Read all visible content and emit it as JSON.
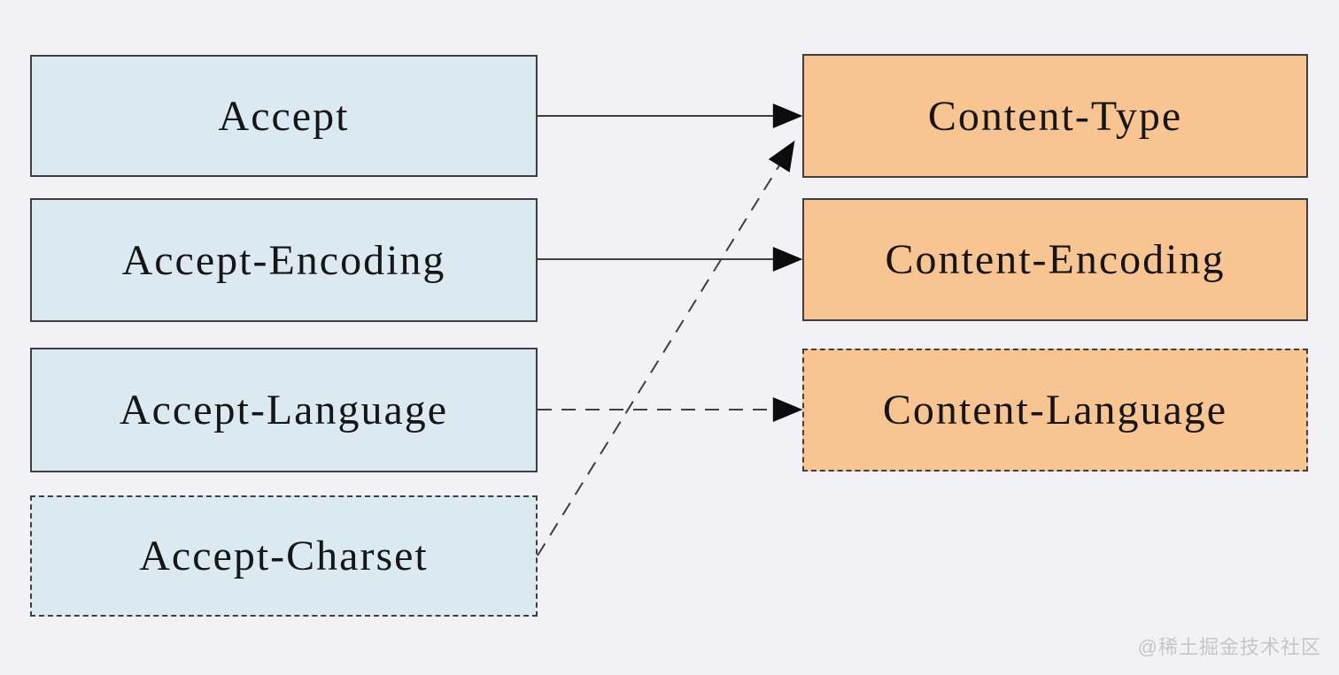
{
  "colors": {
    "background": "#f2f1f5",
    "blue_fill": "#dbe9f0",
    "orange_fill": "#f7c492",
    "border": "#3f3f3f",
    "line": "#3f3f3f",
    "arrowhead": "#0c0c0c",
    "text": "#161616",
    "watermark": "#c7c5cb"
  },
  "diagram": {
    "left_column": {
      "items": [
        {
          "label": "Accept",
          "border": "solid"
        },
        {
          "label": "Accept-Encoding",
          "border": "solid"
        },
        {
          "label": "Accept-Language",
          "border": "solid"
        },
        {
          "label": "Accept-Charset",
          "border": "dashed"
        }
      ]
    },
    "right_column": {
      "items": [
        {
          "label": "Content-Type",
          "border": "solid"
        },
        {
          "label": "Content-Encoding",
          "border": "solid"
        },
        {
          "label": "Content-Language",
          "border": "dashed"
        }
      ]
    },
    "edges": [
      {
        "from": "Accept",
        "to": "Content-Type",
        "style": "solid"
      },
      {
        "from": "Accept-Encoding",
        "to": "Content-Encoding",
        "style": "solid"
      },
      {
        "from": "Accept-Language",
        "to": "Content-Language",
        "style": "dashed"
      },
      {
        "from": "Accept-Charset",
        "to": "Content-Type",
        "style": "dashed"
      }
    ]
  },
  "watermark": {
    "text": "@稀土掘金技术社区"
  }
}
